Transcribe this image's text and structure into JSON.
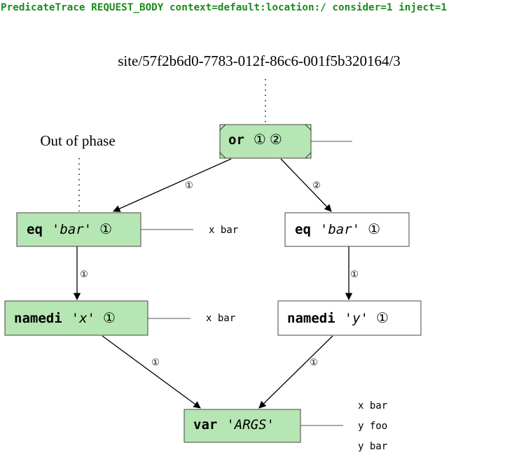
{
  "header": "PredicateTrace REQUEST_BODY context=default:location:/ consider=1 inject=1",
  "site_label": "site/57f2b6d0-7783-012f-86c6-001f5b320164/3",
  "phase_label": "Out of phase",
  "nodes": {
    "or": {
      "op": "or",
      "marks": "① ②"
    },
    "eq_left": {
      "op": "eq",
      "arg": "'bar'",
      "mark": "①",
      "side": "x bar"
    },
    "eq_right": {
      "op": "eq",
      "arg": "'bar'",
      "mark": "①"
    },
    "named_left": {
      "op": "namedi",
      "arg": "'x'",
      "mark": "①",
      "side": "x bar"
    },
    "named_right": {
      "op": "namedi",
      "arg": "'y'",
      "mark": "①"
    },
    "var": {
      "op": "var",
      "arg": "'ARGS'",
      "side": [
        "x bar",
        "y foo",
        "y bar"
      ]
    }
  },
  "edges": {
    "or_to_eq_left": "①",
    "or_to_eq_right": "②",
    "eq_left_to_named_left": "①",
    "eq_right_to_named_right": "①",
    "named_left_to_var": "①",
    "named_right_to_var": "①"
  },
  "colors": {
    "active_fill": "#b6e6b3",
    "header_text": "#1a8c1a"
  }
}
